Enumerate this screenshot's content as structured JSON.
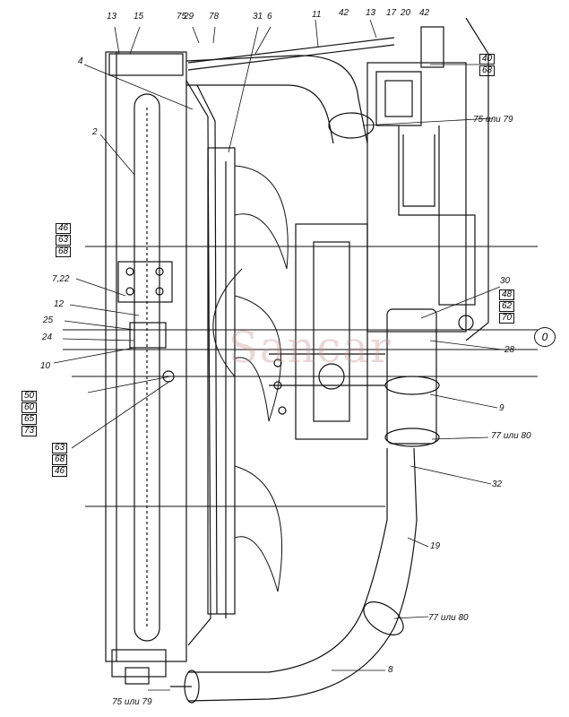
{
  "watermark": "Sancar",
  "labels": {
    "l13a": "13",
    "l15": "15",
    "l29": "29",
    "l75a": "75",
    "l78": "78",
    "l31": "31",
    "l6": "6",
    "l11": "11",
    "l42a": "42",
    "l13b": "13",
    "l17": "17",
    "l20": "20",
    "l42b": "42",
    "l4": "4",
    "l2": "2",
    "l722": "7,22",
    "l12": "12",
    "l25": "25",
    "l24": "24",
    "l10": "10",
    "l75or79a": "75 или 79",
    "l30": "30",
    "l28": "28",
    "l9": "9",
    "l77or80a": "77 или 80",
    "l32": "32",
    "l19": "19",
    "l77or80b": "77 или 80",
    "l8": "8",
    "l75or79b": "75 или 79",
    "circle": "0"
  },
  "stacks": {
    "s4068": [
      "40",
      "68"
    ],
    "s466368": [
      "46",
      "63",
      "68"
    ],
    "s48627": [
      "48",
      "62",
      "70"
    ],
    "s50606573": [
      "50",
      "60",
      "65",
      "73"
    ],
    "s636846": [
      "63",
      "68",
      "46"
    ]
  }
}
